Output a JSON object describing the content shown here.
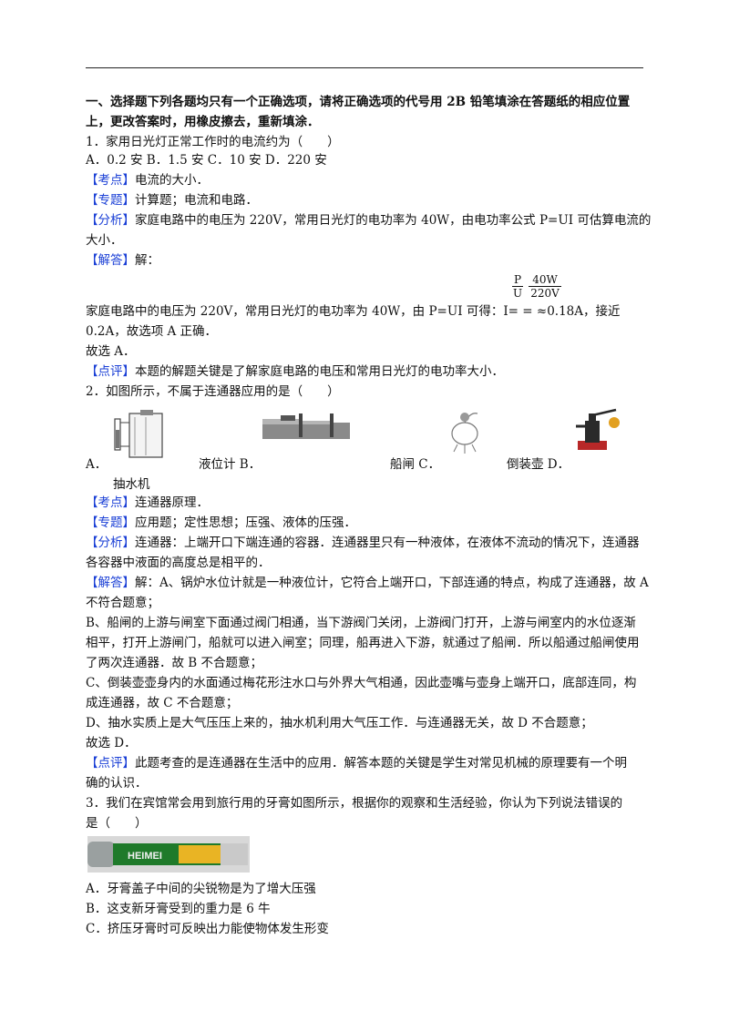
{
  "section_heading": {
    "line1": "一、选择题下列各题均只有一个正确选项，请将正确选项的代号用 2B 铅笔填涂在答题纸的相应位置",
    "line2": "上，更改答案时，用橡皮擦去，重新填涂．"
  },
  "q1": {
    "stem": "1．家用日光灯正常工作时的电流约为（　　）",
    "options": "A．0.2 安 B．1.5 安 C．10 安 D．220 安",
    "kaodian_tag": "【考点】",
    "kaodian": "电流的大小．",
    "zhuanti_tag": "【专题】",
    "zhuanti": "计算题；电流和电路．",
    "fenxi_tag": "【分析】",
    "fenxi_l1": "家庭电路中的电压为 220V，常用日光灯的电功率为 40W，由电功率公式 P=UI 可估算电流的",
    "fenxi_l2": "大小．",
    "jieda_tag": "【解答】",
    "jieda_l0": "解：",
    "frac_num_p": "P",
    "frac_den_u": "U",
    "frac_num_w": "40W",
    "frac_den_v": "220V",
    "jieda_l1": "家庭电路中的电压为 220V，常用日光灯的电功率为 40W，由 P=UI 可得：I=  =      ≈0.18A，接近",
    "jieda_l2": "0.2A，故选项 A 正确．",
    "gu": "故选 A．",
    "dianping_tag": "【点评】",
    "dianping": "本题的解题关键是了解家庭电路的电压和常用日光灯的电功率大小．"
  },
  "q2": {
    "stem": "2．如图所示，不属于连通器应用的是（　　）",
    "opt_a": "A．",
    "cap_a": "液位计 B．",
    "cap_b": "船闸 C．",
    "cap_c": "倒装壶 D．",
    "cap_d": "抽水机",
    "kaodian_tag": "【考点】",
    "kaodian": "连通器原理．",
    "zhuanti_tag": "【专题】",
    "zhuanti": "应用题；定性思想；压强、液体的压强．",
    "fenxi_tag": "【分析】",
    "fenxi_l1": "连通器：上端开口下端连通的容器．连通器里只有一种液体，在液体不流动的情况下，连通器",
    "fenxi_l2": "各容器中液面的高度总是相平的．",
    "jieda_tag": "【解答】",
    "jieda_a1": "解：A、锅炉水位计就是一种液位计，它符合上端开口，下部连通的特点，构成了连通器，故 A",
    "jieda_a2": "不符合题意；",
    "jieda_b1": "B、船闸的上游与闸室下面通过阀门相通，当下游阀门关闭，上游阀门打开，上游与闸室内的水位逐渐",
    "jieda_b2": "相平，打开上游闸门，船就可以进入闸室；同理，船再进入下游，就通过了船闸．所以船通过船闸使用",
    "jieda_b3": "了两次连通器．故 B 不合题意；",
    "jieda_c1": "C、倒装壶壶身内的水面通过梅花形注水口与外界大气相通，因此壶嘴与壶身上端开口，底部连同，构",
    "jieda_c2": "成连通器，故 C 不合题意；",
    "jieda_d1": "D、抽水实质上是大气压压上来的，抽水机利用大气压工作．与连通器无关，故 D 不合题意；",
    "gu": "故选 D．",
    "dianping_tag": "【点评】",
    "dianping_l1": "此题考查的是连通器在生活中的应用．解答本题的关键是学生对常见机械的原理要有一个明",
    "dianping_l2": "确的认识．"
  },
  "q3": {
    "stem_l1": "3．我们在宾馆常会用到旅行用的牙膏如图所示，根据你的观察和生活经验，你认为下列说法错误的",
    "stem_l2": "是（　　）",
    "tube_text": "HEIMEI",
    "opt_a": "A．牙膏盖子中间的尖锐物是为了增大压强",
    "opt_b": "B．这支新牙膏受到的重力是 6 牛",
    "opt_c": "C．挤压牙膏时可反映出力能使物体发生形变"
  },
  "colors": {
    "tag": "#1a3fd6",
    "text": "#111111",
    "tube": "#1f7a2a"
  }
}
